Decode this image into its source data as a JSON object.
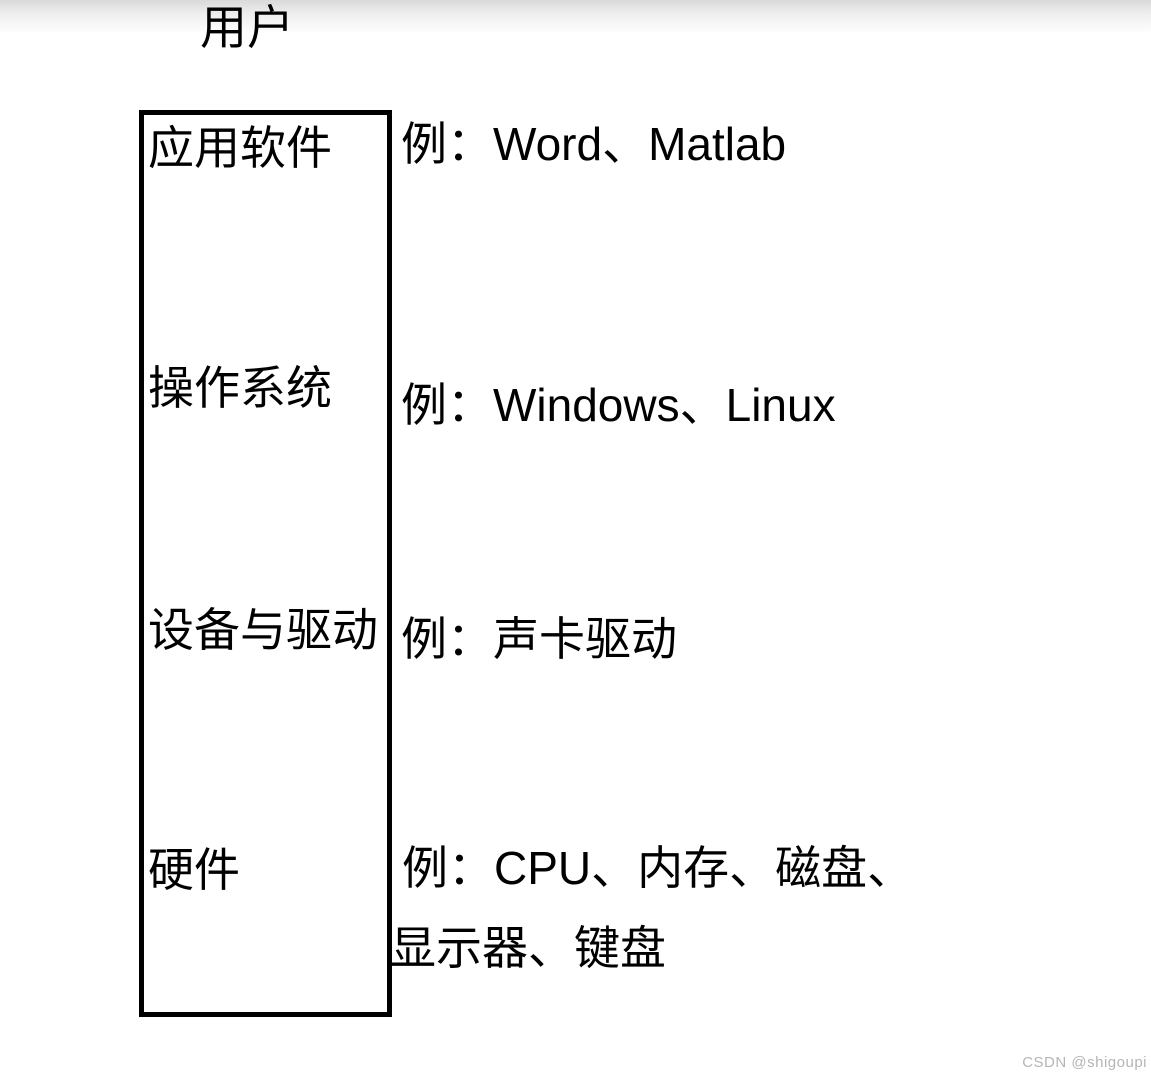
{
  "page": {
    "title": "用户",
    "watermark": "CSDN @shigoupi",
    "background_color": "#ffffff",
    "top_gradient_color": "#d9d9d9",
    "watermark_color": "#b5b5b5"
  },
  "stack": {
    "border_color": "#000000",
    "text_color": "#000000",
    "layers": [
      {
        "name": "应用软件",
        "example": "例：Word、Matlab"
      },
      {
        "name": "操作系统",
        "example": "例：Windows、Linux"
      },
      {
        "name": "设备与驱动",
        "example": "例：声卡驱动"
      },
      {
        "name": "硬件",
        "example": "例：CPU、内存、磁盘、显示器、键盘"
      }
    ]
  }
}
